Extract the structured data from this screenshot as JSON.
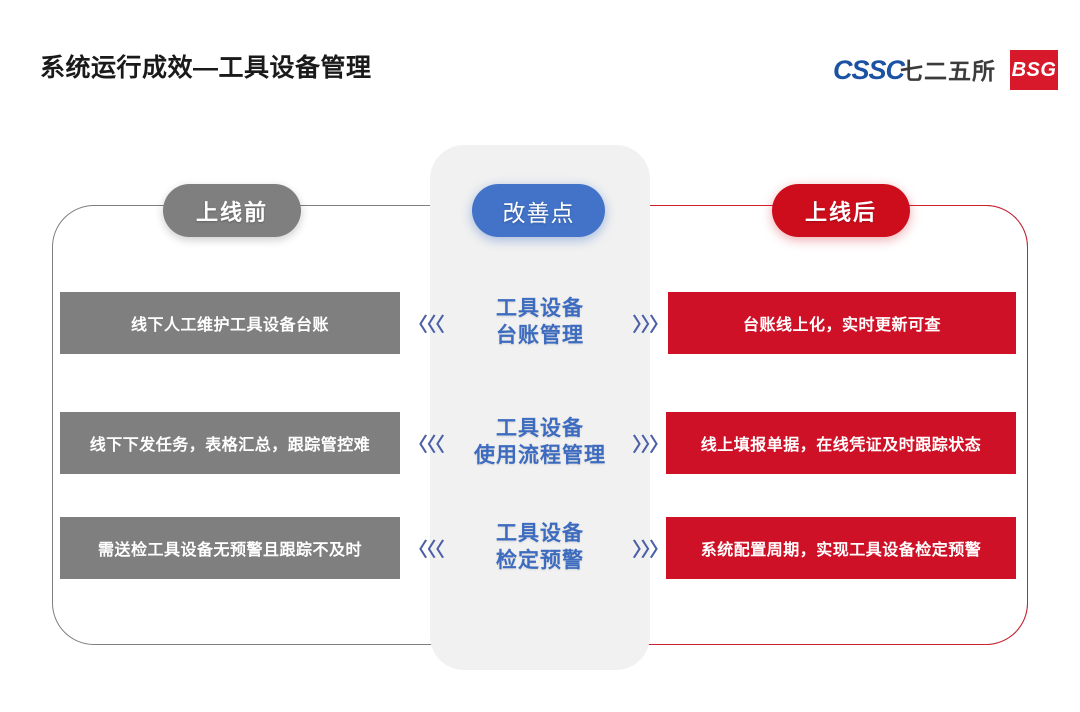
{
  "header": {
    "title": "系统运行成效—工具设备管理",
    "brand": {
      "cssc": "CSSC",
      "institute": "七二五所",
      "bsg": "BSG",
      "cssc_color": "#1c52a3",
      "bsg_bg": "#d8182b"
    }
  },
  "legend": {
    "before": "上线前",
    "improve": "改善点",
    "after": "上线后",
    "before_color": "#7f7f7f",
    "improve_color": "#4273c8",
    "after_color": "#ce0d1c"
  },
  "arrows": {
    "left": "《《《",
    "right": "》》》",
    "left_glyph": "〈〈〈",
    "right_glyph": "〉〉〉"
  },
  "rows": [
    {
      "before": "线下人工维护工具设备台账",
      "mid_line1": "工具设备",
      "mid_line2": "台账管理",
      "after": "台账线上化，实时更新可查"
    },
    {
      "before": "线下下发任务，表格汇总，跟踪管控难",
      "mid_line1": "工具设备",
      "mid_line2": "使用流程管理",
      "after": "线上填报单据，在线凭证及时跟踪状态"
    },
    {
      "before": "需送检工具设备无预警且跟踪不及时",
      "mid_line1": "工具设备",
      "mid_line2": "检定预警",
      "after": "系统配置周期，实现工具设备检定预警"
    }
  ]
}
